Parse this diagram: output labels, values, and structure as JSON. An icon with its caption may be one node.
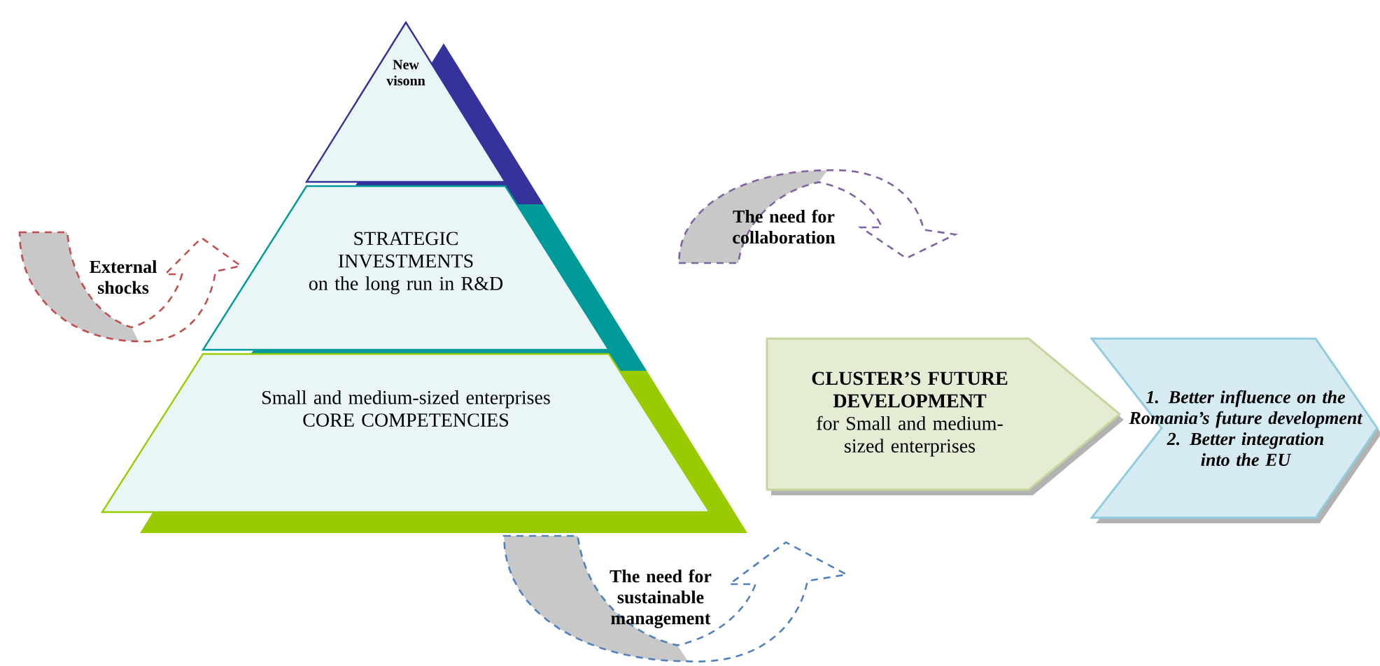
{
  "diagram": {
    "nodes": [
      {
        "text": [
          "New visonn"
        ]
      },
      {
        "text": [
          "STRATEGIC INVESTMENTS",
          "on the long run in R&D"
        ]
      },
      {
        "text": [
          "Small and medium-sized enterprises",
          "CORE COMPETENCIES"
        ]
      },
      {
        "text": [
          "External shocks"
        ]
      },
      {
        "text": [
          "The need for collaboration"
        ]
      },
      {
        "text": [
          "The need for sustainable management"
        ]
      },
      {
        "text": [
          "CLUSTER’S FUTURE DEVELOPMENT",
          "for Small and medium-sized enterprises"
        ]
      },
      {
        "text": [
          "1. Better influence on the Romania’s future development",
          "2. Better integration into the EU"
        ]
      }
    ]
  }
}
